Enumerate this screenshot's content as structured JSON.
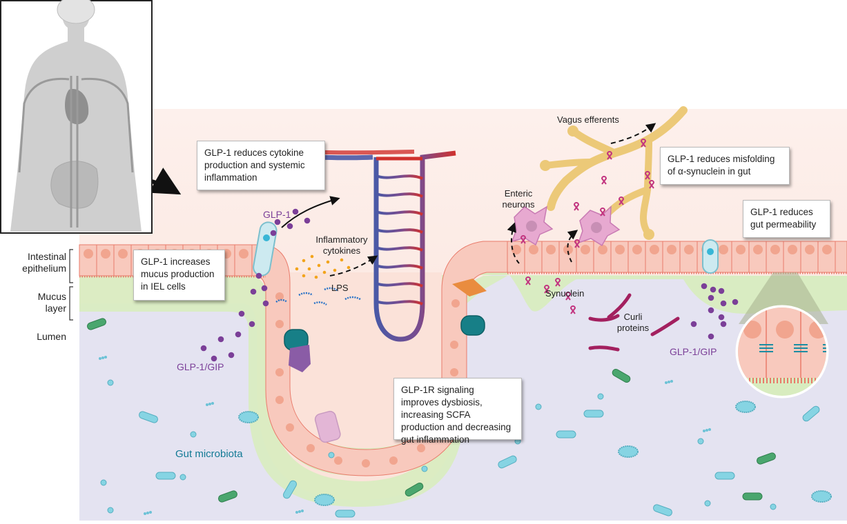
{
  "figure": {
    "type": "schematic illustration",
    "topic": "GLP-1 effects on the gut-brain axis",
    "colors": {
      "tissue_background": "#fbe4dc",
      "lumen": "#e4e3f1",
      "mucus": "#d9ecbf",
      "epithelium": "#f8c9bd",
      "glp1_dots": "#7b3f98",
      "synuclein": "#c2347f",
      "vagus_nerve": "#ecc978",
      "artery": "#d0312d",
      "vein": "#4a59a6",
      "microbiota_label": "#127a95"
    }
  },
  "side_labels": {
    "epithelium": "Intestinal\nepithelium",
    "mucus": "Mucus\nlayer",
    "lumen": "Lumen"
  },
  "callouts": {
    "cytokine": "GLP-1 reduces cytokine production and systemic inflammation",
    "mucus": "GLP-1 increases mucus production in IEL cells",
    "synuclein": "GLP-1 reduces misfolding of α-synuclein in gut",
    "permeability": "GLP-1 reduces gut permeability",
    "dysbiosis": "GLP-1R signaling improves dysbiosis, increasing SCFA production and decreasing gut inflammation"
  },
  "labels": {
    "glp1": "GLP-1",
    "inflammatory_cytokines": "Inflammatory\ncytokines",
    "lps": "LPS",
    "vagus_efferents": "Vagus efferents",
    "enteric_neurons": "Enteric\nneurons",
    "synuclein": "Synuclein",
    "curli_proteins": "Curli\nproteins",
    "glp1_gip_left": "GLP-1/GIP",
    "glp1_gip_right": "GLP-1/GIP",
    "gut_microbiota": "Gut microbiota"
  }
}
